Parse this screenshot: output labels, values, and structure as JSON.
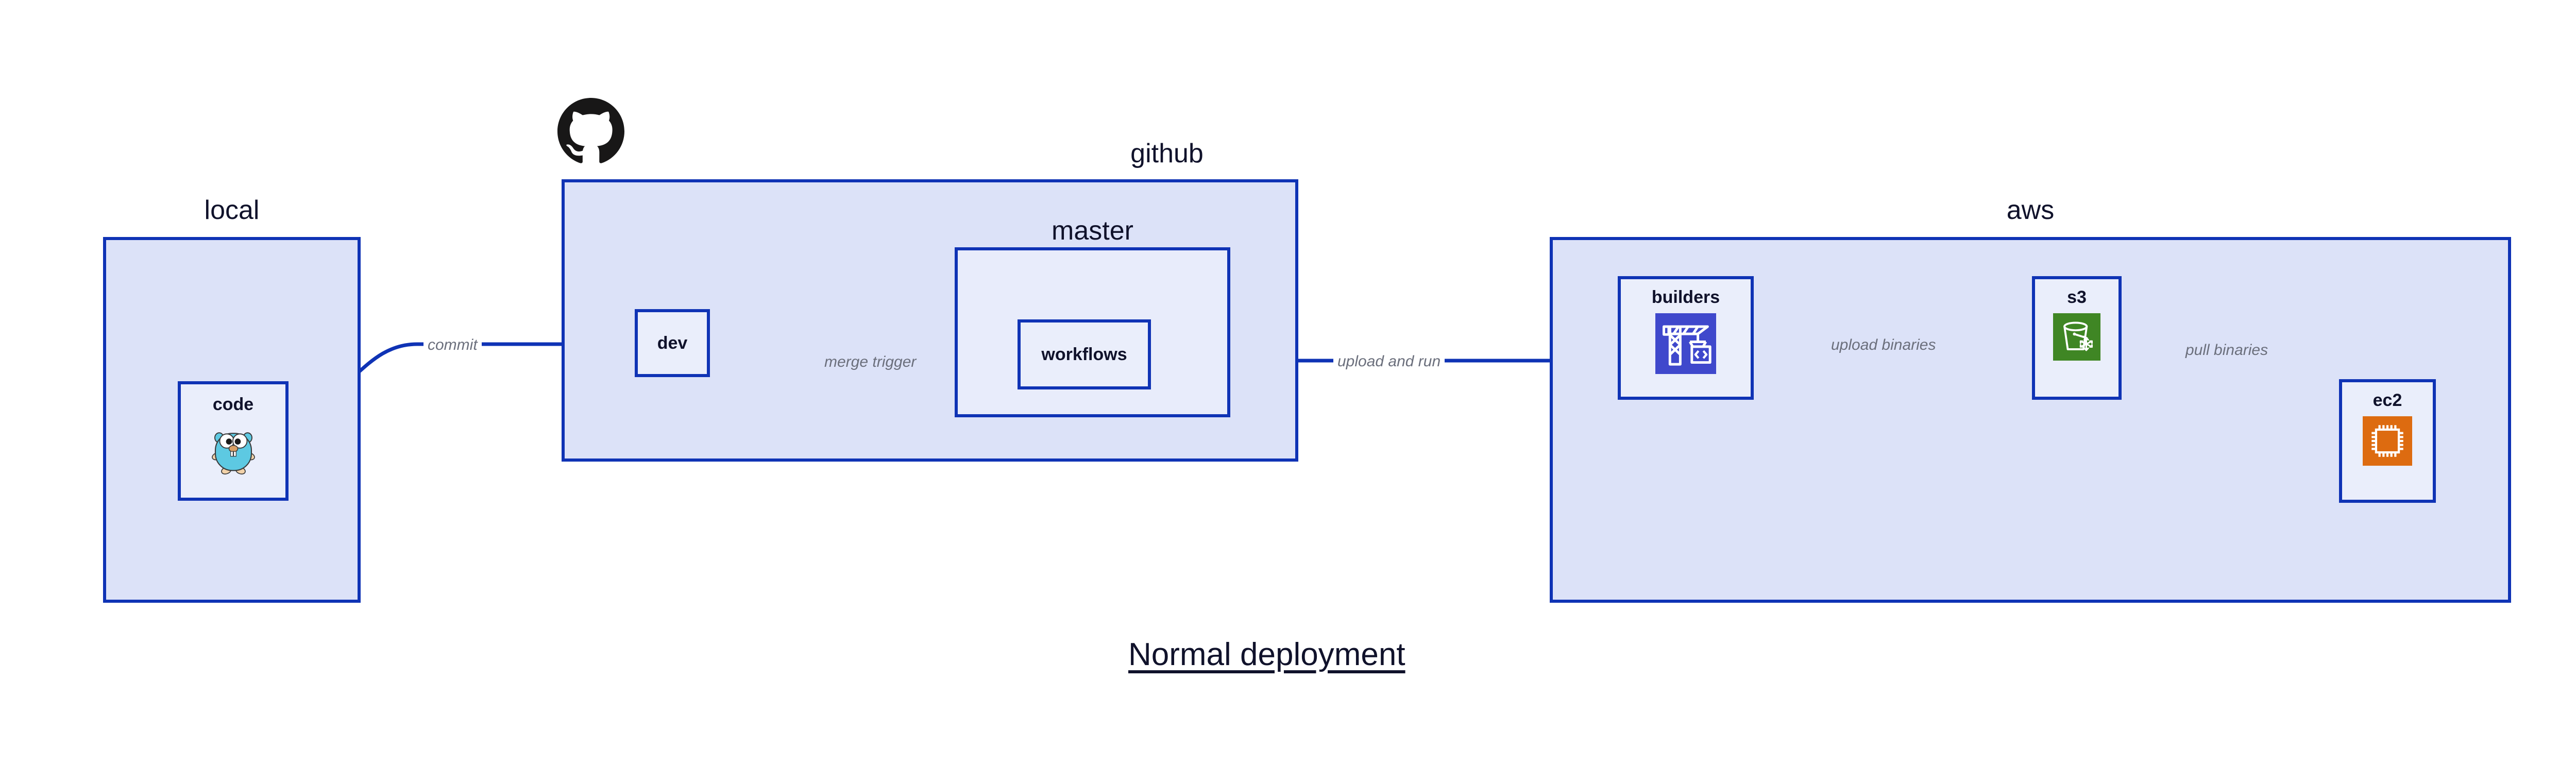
{
  "diagram": {
    "title": "Normal deployment",
    "background": "#ffffff",
    "colors": {
      "cluster_fill": "#dce2f8",
      "cluster_inner_fill": "#e8ecfb",
      "node_fill": "#eaeefb",
      "stroke": "#0f33b5",
      "label_text": "#10122b",
      "edge_label_text": "#6b6f7c",
      "builders_icon": "#3f48cc",
      "s3_icon": "#3f8624",
      "ec2_icon": "#dd6b10",
      "gopher": "#5dc9e2",
      "github_logo": "#181717"
    }
  },
  "clusters": [
    {
      "id": "local",
      "label": "local",
      "label_align": "center"
    },
    {
      "id": "github",
      "label": "github",
      "label_align": "right"
    },
    {
      "id": "master",
      "label": "master",
      "label_align": "center"
    },
    {
      "id": "aws",
      "label": "aws",
      "label_align": "center"
    }
  ],
  "nodes": [
    {
      "id": "code",
      "label": "code",
      "icon": "go-gopher-icon",
      "cluster": "local"
    },
    {
      "id": "dev",
      "label": "dev",
      "icon": null,
      "cluster": "github"
    },
    {
      "id": "workflows",
      "label": "workflows",
      "icon": null,
      "cluster": "master"
    },
    {
      "id": "builders",
      "label": "builders",
      "icon": "crane-code-icon",
      "cluster": "aws"
    },
    {
      "id": "s3",
      "label": "s3",
      "icon": "s3-bucket-icon",
      "cluster": "aws"
    },
    {
      "id": "ec2",
      "label": "ec2",
      "icon": "cpu-chip-icon",
      "cluster": "aws"
    }
  ],
  "edges": [
    {
      "id": "code-dev",
      "label": "commit",
      "from": "code",
      "to": "dev"
    },
    {
      "id": "dev-workflows",
      "label": "merge trigger",
      "from": "dev",
      "to": "workflows"
    },
    {
      "id": "workflows-build",
      "label": "upload and run",
      "from": "workflows",
      "to": "builders"
    },
    {
      "id": "builders-s3",
      "label": "upload binaries",
      "from": "builders",
      "to": "s3"
    },
    {
      "id": "s3-ec2",
      "label": "pull binaries",
      "from": "s3",
      "to": "ec2"
    }
  ],
  "logos": [
    {
      "id": "github-logo",
      "name": "github-octocat-logo"
    }
  ]
}
